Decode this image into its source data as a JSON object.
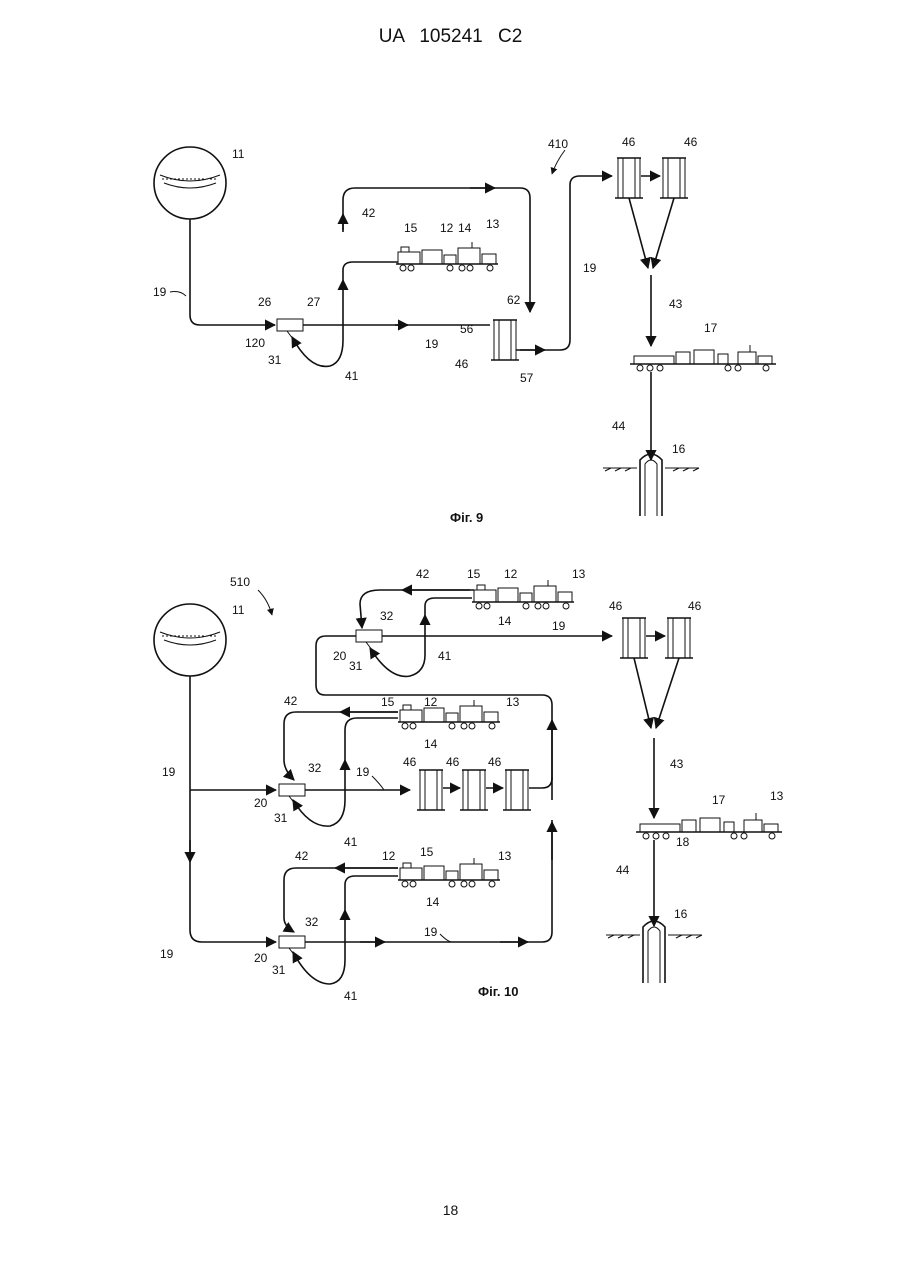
{
  "header": {
    "text": "UA   105241   C2"
  },
  "page_number": "18",
  "fig9": {
    "caption": "Фіг. 9",
    "labels": {
      "ref410": "410",
      "pit": "11",
      "pipe19a": "19",
      "pipe19b": "19",
      "pipe19c": "19",
      "blender26": "26",
      "out27": "27",
      "n120": "120",
      "n31": "31",
      "loop41": "41",
      "loop42": "42",
      "n15": "15",
      "n12": "12",
      "n14": "14",
      "n13": "13",
      "n56": "56",
      "n62": "62",
      "n57": "57",
      "tank46a": "46",
      "tank46b": "46",
      "tank46c": "46",
      "line43": "43",
      "n17": "17",
      "line44": "44",
      "well16": "16"
    }
  },
  "fig10": {
    "caption": "Фіг. 10",
    "labels": {
      "ref510": "510",
      "pit": "11",
      "t42": "42",
      "t15": "15",
      "t12": "12",
      "t13": "13",
      "t14": "14",
      "t32": "32",
      "t19": "19",
      "t46a": "46",
      "t46b": "46",
      "t20": "20",
      "t31": "31",
      "t41": "41",
      "m42": "42",
      "m15": "15",
      "m12": "12",
      "m13": "13",
      "m14": "14",
      "m19left": "19",
      "m32": "32",
      "m19": "19",
      "m46a": "46",
      "m46b": "46",
      "m46c": "46",
      "m20": "20",
      "m31": "31",
      "m41": "41",
      "b42": "42",
      "b12": "12",
      "b15": "15",
      "b13": "13",
      "b14": "14",
      "b19left": "19",
      "b32": "32",
      "b19": "19",
      "b20": "20",
      "b31": "31",
      "b41": "41",
      "line43": "43",
      "n17": "17",
      "n13": "13",
      "n18": "18",
      "line44": "44",
      "well16": "16"
    }
  }
}
